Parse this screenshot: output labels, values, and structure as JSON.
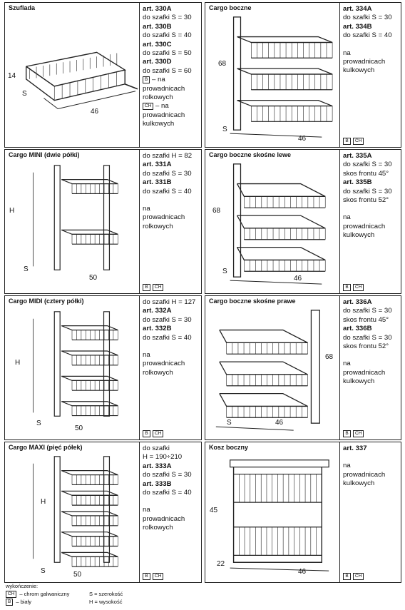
{
  "cells": [
    {
      "title": "Szuflada",
      "dims": [
        "14",
        "S",
        "46"
      ],
      "side": [
        {
          "t": "art. 330A",
          "b": true
        },
        {
          "t": "do szafki S = 30"
        },
        {
          "t": "art. 330B",
          "b": true
        },
        {
          "t": "do szafki S = 40"
        },
        {
          "t": "art. 330C",
          "b": true
        },
        {
          "t": "do szafki S = 50"
        },
        {
          "t": "art. 330D",
          "b": true
        },
        {
          "t": "do szafki S = 60"
        },
        {
          "badge": "B",
          "t": " – na"
        },
        {
          "t": "prowadnicach"
        },
        {
          "t": "rolkowych"
        },
        {
          "badge": "CH",
          "t": " – na"
        },
        {
          "t": "prowadnicach"
        },
        {
          "t": "kulkowych"
        }
      ],
      "badges": []
    },
    {
      "title": "Cargo boczne",
      "dims": [
        "68",
        "S",
        "46"
      ],
      "side": [
        {
          "t": "art. 334A",
          "b": true
        },
        {
          "t": "do szafki S = 30"
        },
        {
          "t": "art. 334B",
          "b": true
        },
        {
          "t": "do szafki S = 40"
        },
        {
          "gap": true
        },
        {
          "t": "na"
        },
        {
          "t": "prowadnicach"
        },
        {
          "t": "kulkowych"
        }
      ],
      "badges": [
        "B",
        "CH"
      ]
    },
    {
      "title": "Cargo MINI (dwie półki)",
      "dims": [
        "H",
        "S",
        "50"
      ],
      "side": [
        {
          "t": "do szafki H = 82"
        },
        {
          "t": "art. 331A",
          "b": true
        },
        {
          "t": "do szafki S = 30"
        },
        {
          "t": "art. 331B",
          "b": true
        },
        {
          "t": "do szafki S = 40"
        },
        {
          "gap": true
        },
        {
          "t": "na"
        },
        {
          "t": "prowadnicach"
        },
        {
          "t": "rolkowych"
        }
      ],
      "badges": [
        "B",
        "CH"
      ]
    },
    {
      "title": "Cargo boczne skośne lewe",
      "dims": [
        "68",
        "S",
        "46"
      ],
      "side": [
        {
          "t": "art. 335A",
          "b": true
        },
        {
          "t": "do szafki S = 30"
        },
        {
          "t": "skos frontu 45°"
        },
        {
          "t": "art. 335B",
          "b": true
        },
        {
          "t": "do szafki S = 30"
        },
        {
          "t": "skos frontu 52°"
        },
        {
          "gap": true
        },
        {
          "t": "na"
        },
        {
          "t": "prowadnicach"
        },
        {
          "t": "kulkowych"
        }
      ],
      "badges": [
        "B",
        "CH"
      ]
    },
    {
      "title": "Cargo MIDI (cztery półki)",
      "dims": [
        "H",
        "S",
        "50"
      ],
      "side": [
        {
          "t": "do szafki H = 127"
        },
        {
          "t": "art. 332A",
          "b": true
        },
        {
          "t": "do szafki S = 30"
        },
        {
          "t": "art. 332B",
          "b": true
        },
        {
          "t": "do szafki S = 40"
        },
        {
          "gap": true
        },
        {
          "t": "na"
        },
        {
          "t": "prowadnicach"
        },
        {
          "t": "rolkowych"
        }
      ],
      "badges": [
        "B",
        "CH"
      ]
    },
    {
      "title": "Cargo boczne skośne prawe",
      "dims": [
        "68",
        "S",
        "46"
      ],
      "side": [
        {
          "t": "art. 336A",
          "b": true
        },
        {
          "t": "do szafki S = 30"
        },
        {
          "t": "skos frontu 45°"
        },
        {
          "t": "art. 336B",
          "b": true
        },
        {
          "t": "do szafki S = 30"
        },
        {
          "t": "skos frontu 52°"
        },
        {
          "gap": true
        },
        {
          "t": "na"
        },
        {
          "t": "prowadnicach"
        },
        {
          "t": "kulkowych"
        }
      ],
      "badges": [
        "B",
        "CH"
      ]
    },
    {
      "title": "Cargo MAXI (pięć półek)",
      "dims": [
        "H",
        "S",
        "50"
      ],
      "side": [
        {
          "t": "do szafki"
        },
        {
          "t": "H = 190÷210"
        },
        {
          "t": "art. 333A",
          "b": true
        },
        {
          "t": "do szafki S = 30"
        },
        {
          "t": "art. 333B",
          "b": true
        },
        {
          "t": "do szafki S = 40"
        },
        {
          "gap": true
        },
        {
          "t": "na"
        },
        {
          "t": "prowadnicach"
        },
        {
          "t": "rolkowych"
        }
      ],
      "badges": [
        "B",
        "CH"
      ]
    },
    {
      "title": "Kosz boczny",
      "dims": [
        "45",
        "22",
        "46"
      ],
      "side": [
        {
          "t": "art. 337",
          "b": true
        },
        {
          "gap": true
        },
        {
          "t": "na"
        },
        {
          "t": "prowadnicach"
        },
        {
          "t": "kulkowych"
        }
      ],
      "badges": [
        "B",
        "CH"
      ]
    }
  ],
  "legend": {
    "heading": "wykończenie:",
    "ch_badge": "CH",
    "ch_text": "– chrom galwaniczny",
    "b_badge": "B",
    "b_text": "– biały",
    "s_text": "S = szerokość",
    "h_text": "H = wysokość"
  }
}
